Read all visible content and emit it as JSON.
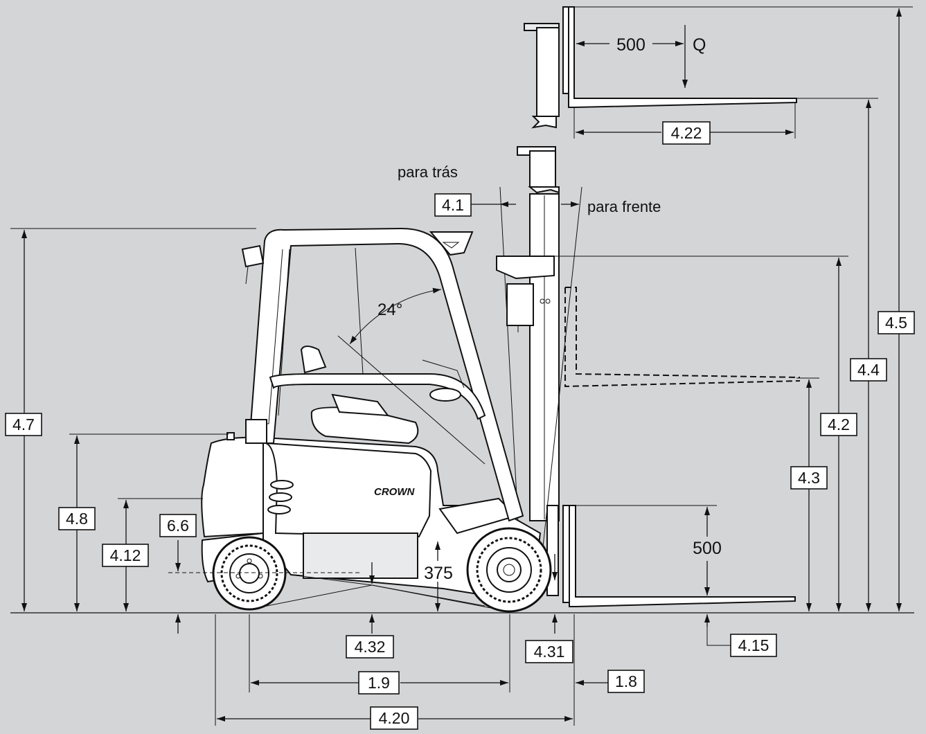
{
  "labels": {
    "l_4_1": "4.1",
    "l_4_2": "4.2",
    "l_4_3": "4.3",
    "l_4_4": "4.4",
    "l_4_5": "4.5",
    "l_4_7": "4.7",
    "l_4_8": "4.8",
    "l_4_12": "4.12",
    "l_6_6": "6.6",
    "l_4_15": "4.15",
    "l_4_20": "4.20",
    "l_4_22": "4.22",
    "l_4_31": "4.31",
    "l_4_32": "4.32",
    "l_1_8": "1.8",
    "l_1_9": "1.9"
  },
  "texts": {
    "load_center": "500",
    "load_symbol": "Q",
    "fork_height": "500",
    "clearance": "375",
    "tilt_angle": "24°",
    "tilt_back": "para trás",
    "tilt_forward": "para frente",
    "brand": "CROWN"
  }
}
